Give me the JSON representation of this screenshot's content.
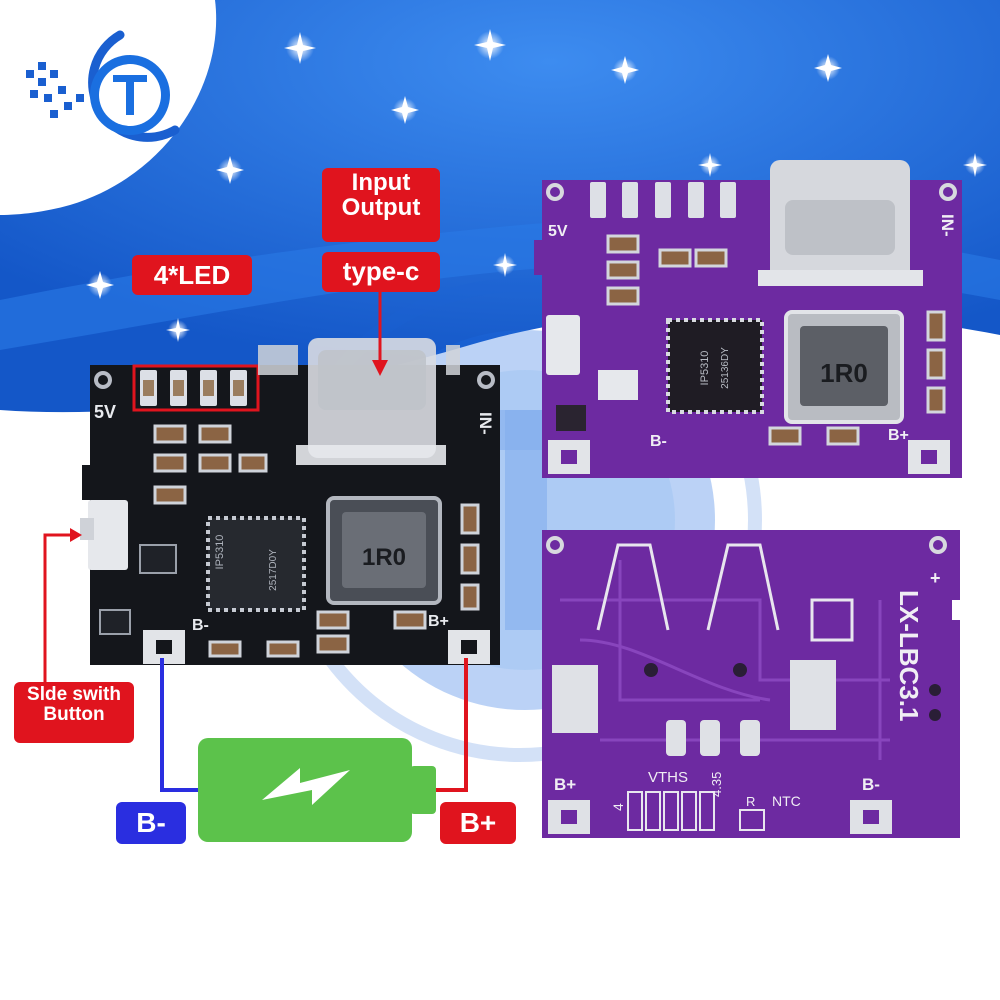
{
  "callouts": {
    "led": "4*LED",
    "input_output_l1": "Input",
    "input_output_l2": "Output",
    "type_c": "type-c",
    "slide_switch_l1": "Slde swith",
    "slide_switch_l2": "Button",
    "b_minus": "B-",
    "b_plus": "B+"
  },
  "pcb_silkscreen": {
    "five_v": "5V",
    "in_minus": "IN-",
    "chip": "IP5310",
    "chip_code_black": "2517D0Y",
    "chip_code_purple": "25136DY",
    "inductor": "1R0",
    "b_minus": "B-",
    "b_plus": "B+",
    "plus": "+",
    "model": "LX-LBC3.1",
    "vths": "VTHS",
    "four": "4",
    "four_35": "4.35",
    "r": "R",
    "ntc": "NTC"
  },
  "colors": {
    "sky_blue": "#1f6fdd",
    "label_red": "#e0141e",
    "label_blue": "#2a2ee0",
    "battery_green": "#5cc24b",
    "pcb_black": "#111318",
    "pcb_purple": "#6d2aa1"
  },
  "icons": [
    "brand-logo-icon",
    "lightning-bolt-icon",
    "battery-icon",
    "star-icon"
  ]
}
